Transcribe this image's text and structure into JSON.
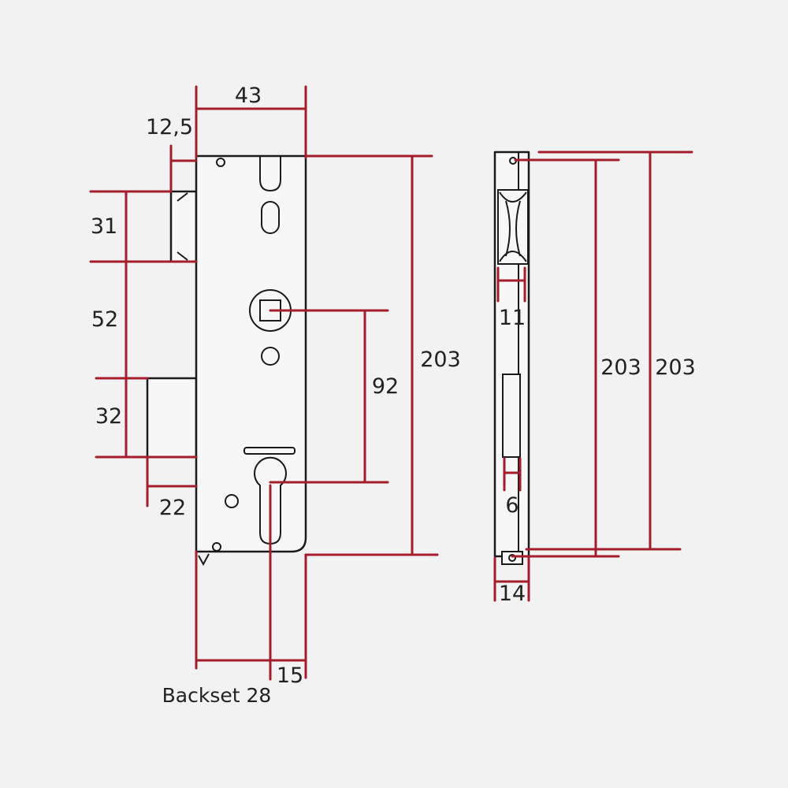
{
  "diagram": {
    "labels": {
      "width_43": "43",
      "offset_12_5": "12,5",
      "h_31": "31",
      "h_52": "52",
      "h_32": "32",
      "w_22": "22",
      "len_92": "92",
      "len_203_front": "203",
      "len_203_side_a": "203",
      "len_203_side_b": "203",
      "w_11": "11",
      "w_6": "6",
      "w_14": "14",
      "w_15": "15",
      "backset": "Backset 28"
    },
    "colors": {
      "dimension_line": "#a51d2d",
      "outline": "#1a1a1a",
      "background": "#f2f2f2"
    }
  }
}
